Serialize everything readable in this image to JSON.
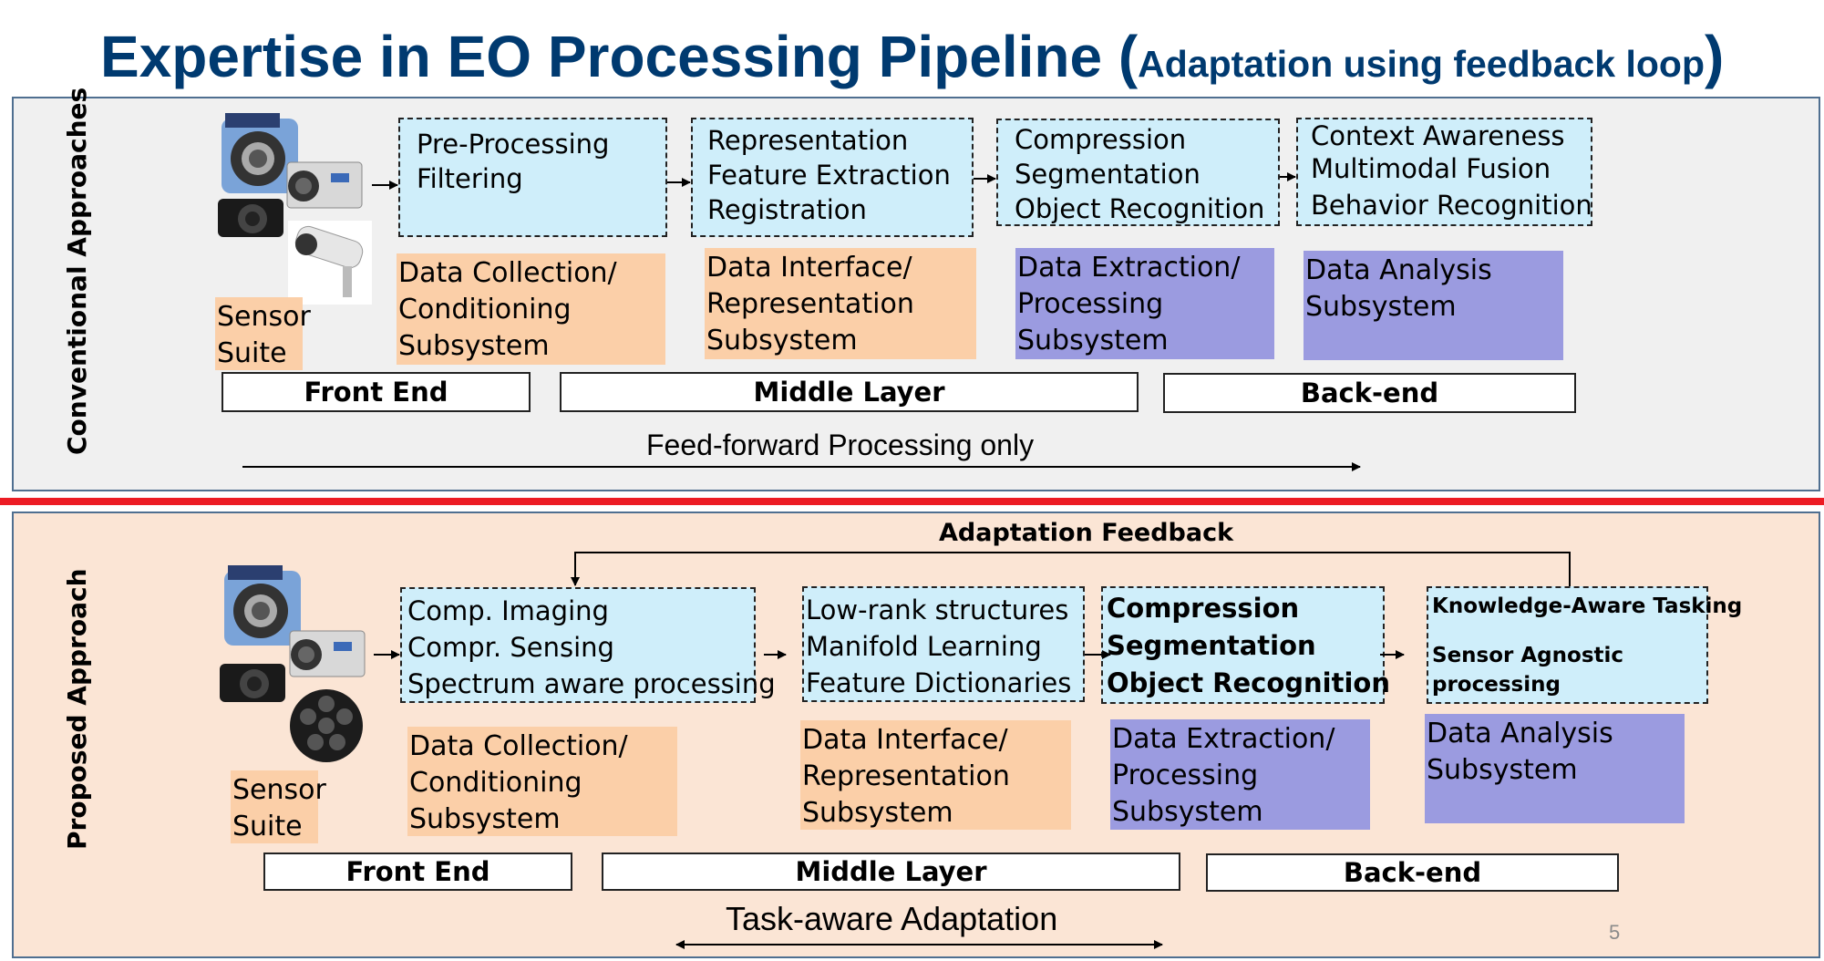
{
  "title": {
    "main": "Expertise in EO Processing Pipeline (",
    "sub": "Adaptation using feedback loop",
    "close": ")"
  },
  "top": {
    "side_label": "Conventional Approaches",
    "sensor_label": [
      "Sensor",
      "Suite"
    ],
    "stages": [
      {
        "lines": [
          "Pre-Processing",
          "Filtering"
        ],
        "subsystem": [
          "Data Collection/",
          "Conditioning",
          "Subsystem"
        ]
      },
      {
        "lines": [
          "Representation",
          "Feature Extraction",
          " Registration"
        ],
        "subsystem": [
          "Data Interface/",
          "Representation",
          "Subsystem"
        ]
      },
      {
        "lines": [
          "Compression",
          "Segmentation",
          "Object Recognition"
        ],
        "subsystem": [
          "Data Extraction/",
          "Processing",
          "Subsystem"
        ]
      },
      {
        "lines": [
          "Context Awareness",
          "Multimodal Fusion",
          "Behavior Recognition"
        ],
        "subsystem": [
          "Data Analysis",
          "Subsystem"
        ]
      }
    ],
    "layers": [
      "Front End",
      "Middle Layer",
      "Back-end"
    ],
    "flow_label": "Feed-forward  Processing  only"
  },
  "bottom": {
    "side_label": "Proposed Approach",
    "sensor_label": [
      "Sensor",
      "Suite"
    ],
    "feedback_label": "Adaptation Feedback",
    "stages": [
      {
        "lines": [
          "Comp.  Imaging",
          "Compr. Sensing",
          "Spectrum aware processing"
        ],
        "subsystem": [
          "Data Collection/",
          "Conditioning",
          "Subsystem"
        ]
      },
      {
        "lines": [
          "Low-rank structures",
          "Manifold Learning",
          "Feature Dictionaries"
        ],
        "subsystem": [
          "Data Interface/",
          "Representation",
          "Subsystem"
        ]
      },
      {
        "lines": [
          "Compression",
          "Segmentation",
          "Object Recognition"
        ],
        "subsystem": [
          "Data Extraction/",
          "Processing",
          "Subsystem"
        ]
      },
      {
        "lines": [
          "Knowledge-Aware Tasking",
          "Sensor Agnostic",
          "processing"
        ],
        "subsystem": [
          "Data Analysis",
          "Subsystem"
        ]
      }
    ],
    "layers": [
      "Front End",
      "Middle Layer",
      "Back-end"
    ],
    "flow_label": "Task-aware Adaptation"
  },
  "page_number": "5",
  "colors": {
    "title": "#003a70",
    "stage_fill": "#cfeefa",
    "orange": "#fbcfa8",
    "purple": "#9b9be0",
    "divider": "#ec1c24"
  }
}
